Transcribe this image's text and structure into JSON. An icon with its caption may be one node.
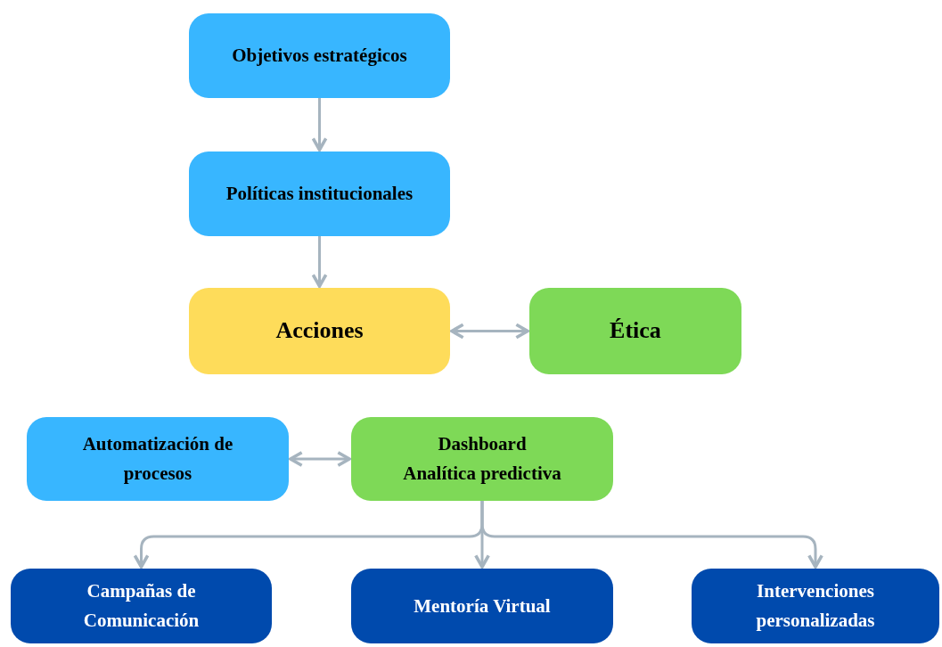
{
  "diagram": {
    "nodes": [
      {
        "text": [
          "Objetivos estratégicos"
        ]
      },
      {
        "text": [
          "Políticas institucionales"
        ]
      },
      {
        "text": [
          "Acciones"
        ]
      },
      {
        "text": [
          "Ética"
        ]
      },
      {
        "text": [
          "Automatización de procesos"
        ]
      },
      {
        "text": [
          "Dashboard",
          "Analítica predictiva"
        ]
      },
      {
        "text": [
          "Campañas de Comunicación"
        ]
      },
      {
        "text": [
          "Mentoría Virtual"
        ]
      },
      {
        "text": [
          "Intervenciones personalizadas"
        ]
      }
    ],
    "edges": [
      {
        "from": 0,
        "to": 1,
        "arrow": "to"
      },
      {
        "from": 1,
        "to": 2,
        "arrow": "to"
      },
      {
        "from": 2,
        "to": 3,
        "arrow": "both"
      },
      {
        "from": 4,
        "to": 5,
        "arrow": "both"
      },
      {
        "from": 5,
        "to": 6,
        "arrow": "to"
      },
      {
        "from": 5,
        "to": 7,
        "arrow": "to"
      },
      {
        "from": 5,
        "to": 8,
        "arrow": "to"
      }
    ]
  }
}
